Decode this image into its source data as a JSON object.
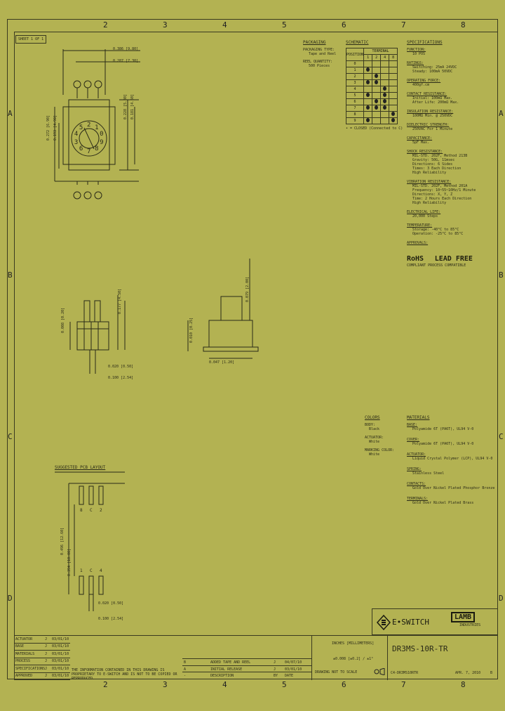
{
  "border": {
    "cols": [
      "2",
      "3",
      "4",
      "5",
      "6",
      "7",
      "8"
    ],
    "rows": [
      "A",
      "B",
      "C",
      "D"
    ]
  },
  "sheet": "SHEET 1 OF 1",
  "packaging": {
    "title": "PACKAGING",
    "lines": [
      "PACKAGING TYPE:",
      "Tape and Reel",
      "REEL QUANTITY:",
      "500 Pieces"
    ]
  },
  "schematic": {
    "title": "SCHEMATIC",
    "position_header": "POSITION",
    "terminal_header": "TERMINAL",
    "terminals": [
      "1",
      "2",
      "4",
      "8"
    ],
    "rows": [
      {
        "pos": "0",
        "dots": [
          0,
          0,
          0,
          0
        ]
      },
      {
        "pos": "1",
        "dots": [
          1,
          0,
          0,
          0
        ]
      },
      {
        "pos": "2",
        "dots": [
          0,
          1,
          0,
          0
        ]
      },
      {
        "pos": "3",
        "dots": [
          1,
          1,
          0,
          0
        ]
      },
      {
        "pos": "4",
        "dots": [
          0,
          0,
          1,
          0
        ]
      },
      {
        "pos": "5",
        "dots": [
          1,
          0,
          1,
          0
        ]
      },
      {
        "pos": "6",
        "dots": [
          0,
          1,
          1,
          0
        ]
      },
      {
        "pos": "7",
        "dots": [
          1,
          1,
          1,
          0
        ]
      },
      {
        "pos": "8",
        "dots": [
          0,
          0,
          0,
          1
        ]
      },
      {
        "pos": "9",
        "dots": [
          1,
          0,
          0,
          1
        ]
      }
    ],
    "note": "• = CLOSED (Connected to C)"
  },
  "specifications": {
    "title": "SPECIFICATIONS",
    "blocks": [
      {
        "head": "FUNCTION:",
        "lines": [
          "10 POS"
        ]
      },
      {
        "head": "RATINGS:",
        "lines": [
          "Switching: 25mA 24VDC",
          "Steady: 100mA 50VDC"
        ]
      },
      {
        "head": "OPERATING FORCE:",
        "lines": [
          "400gf.cm"
        ]
      },
      {
        "head": "CONTACT RESISTANCE:",
        "lines": [
          "Initial: 100mΩ Max.",
          "After Life: 200mΩ Max."
        ]
      },
      {
        "head": "INSULATION RESISTANCE:",
        "lines": [
          "100MΩ Min. @ 250VDC"
        ]
      },
      {
        "head": "DIELECTRIC STRENGTH:",
        "lines": [
          "250VAC For 1 Minute"
        ]
      },
      {
        "head": "CAPACITANCE:",
        "lines": [
          "5pF Max."
        ]
      },
      {
        "head": "SHOCK RESISTANCE:",
        "lines": [
          "MIL-STD. 202F, Method 213B",
          "Gravity: 50G, 11msec",
          "Directions: 6 Sides",
          "Times: 3 Each Direction",
          "High Reliability"
        ]
      },
      {
        "head": "VIBRATION RESISTANCE:",
        "lines": [
          "MIL-STD. 202F, Method 201A",
          "Frequency: 10~55~10Hz/1 Minute",
          "Directions: X, Y, Z",
          "Time: 2 Hours Each Direction",
          "High Reliability"
        ]
      },
      {
        "head": "ELECTRICAL LIFE:",
        "lines": [
          "20,000 Steps"
        ]
      },
      {
        "head": "TEMPERATURE:",
        "lines": [
          "Storage: -40°C to 85°C",
          "Operation: -25°C to 85°C"
        ]
      },
      {
        "head": "APPROVALS:",
        "lines": []
      }
    ],
    "rohs": "RoHS",
    "leadfree": "LEAD FREE",
    "rohs_note": "COMPLIANT  PROCESS COMPATIBLE"
  },
  "colors": {
    "title": "COLORS",
    "lines": [
      "BODY:",
      "Black",
      "ACTUATOR:",
      "White",
      "MARKING COLOR:",
      "White"
    ]
  },
  "materials": {
    "title": "MATERIALS",
    "lines": [
      "BASE:",
      "Polyamide 6T (PA6T), UL94 V-0",
      "COVER:",
      "Polyamide 6T (PA6T), UL94 V-0",
      "ACTUATOR:",
      "Liquid Crystal Polymer (LCP), UL94 V-0",
      "SPRING:",
      "Stainless Steel",
      "CONTACTS:",
      "Gold Over Nickel Plated Phosphor Bronze",
      "TERMINALS:",
      "Gold Over Nickel Plated Brass"
    ]
  },
  "pcb": {
    "title": "SUGGESTED PCB LAYOUT",
    "top_labels": [
      "8",
      "C",
      "2"
    ],
    "bottom_labels": [
      "1",
      "C",
      "4"
    ],
    "dim1": "0.020 [0.50]",
    "dim2": "0.100 [2.54]",
    "dim3": "0.394 [10.00]",
    "dim4": "0.496 [12.60]"
  },
  "top_view": {
    "dial_digits": [
      "3",
      "4",
      "5",
      "2",
      "1",
      "0",
      "9",
      "8",
      "7",
      "6"
    ],
    "dims": [
      "0.386 [9.80]",
      "0.287 [7.30]",
      "0.272 [6.90]",
      "0.193 [4.90]",
      "0.228 [5.80]",
      "0.181 [4.60]"
    ]
  },
  "side_views": {
    "dims": [
      "0.008 [0.20]",
      "0.020 [0.50]",
      "0.100 [2.54]",
      "0.177 [4.50]",
      "0.010 [0.25]",
      "0.047 [1.20]",
      "0.079 [2.00]"
    ]
  },
  "logo": {
    "eswitch": "E•SWITCH",
    "lamb": "LAMB",
    "lamb_sub": "INDUSTRIES"
  },
  "title_block": {
    "units": "INCHES [MILLIMETERS]",
    "tolerance": "±0.008 [±0.2] / ±1°",
    "scale_note": "DRAWING NOT TO SCALE",
    "part": "DR3MS-10R-TR",
    "drawing_no": "C4-DR3MS10RTR",
    "date": "APR. 7, 2010",
    "rev": "B",
    "approvals": [
      {
        "label": "ACTUATOR",
        "by": "J",
        "date": "03/01/10"
      },
      {
        "label": "BASE",
        "by": "J",
        "date": "03/01/10"
      },
      {
        "label": "MATERIALS",
        "by": "J",
        "date": "03/01/10"
      },
      {
        "label": "PROCESS",
        "by": "J",
        "date": "03/01/10"
      },
      {
        "label": "SPECIFICATIONS",
        "by": "J",
        "date": "03/01/10"
      },
      {
        "label": "APPROVED",
        "by": "J",
        "date": "03/01/10"
      }
    ],
    "revisions": [
      {
        "rev": "B",
        "desc": "ADDED TAPE AND REEL",
        "by": "J",
        "date": "04/07/10"
      },
      {
        "rev": "A",
        "desc": "INITIAL RELEASE",
        "by": "J",
        "date": "03/01/10"
      },
      {
        "rev": "-",
        "desc": "DESCRIPTION",
        "by": "BY",
        "date": "DATE"
      }
    ],
    "notice": "THE INFORMATION CONTAINED IN THIS DRAWING IS PROPRIETARY TO E-SWITCH AND IS NOT TO BE COPIED OR REPRODUCED."
  }
}
